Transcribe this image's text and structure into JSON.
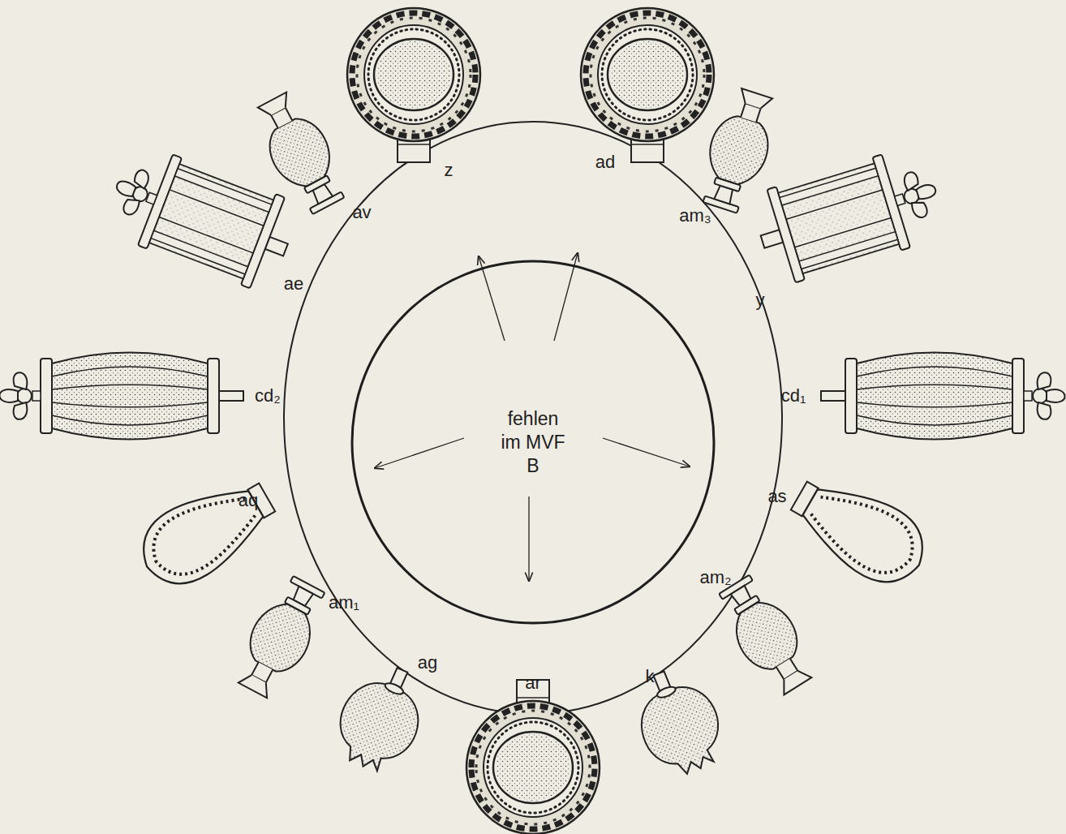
{
  "diagram": {
    "nodes": [
      {
        "text": [
          "fehlen im MVF B"
        ]
      }
    ],
    "labels": [
      "z",
      "ad",
      "av",
      "am₃",
      "ae",
      "y",
      "cd₂",
      "cd₁",
      "aq",
      "as",
      "am₁",
      "am₂",
      "ag",
      "ar",
      "k"
    ]
  }
}
